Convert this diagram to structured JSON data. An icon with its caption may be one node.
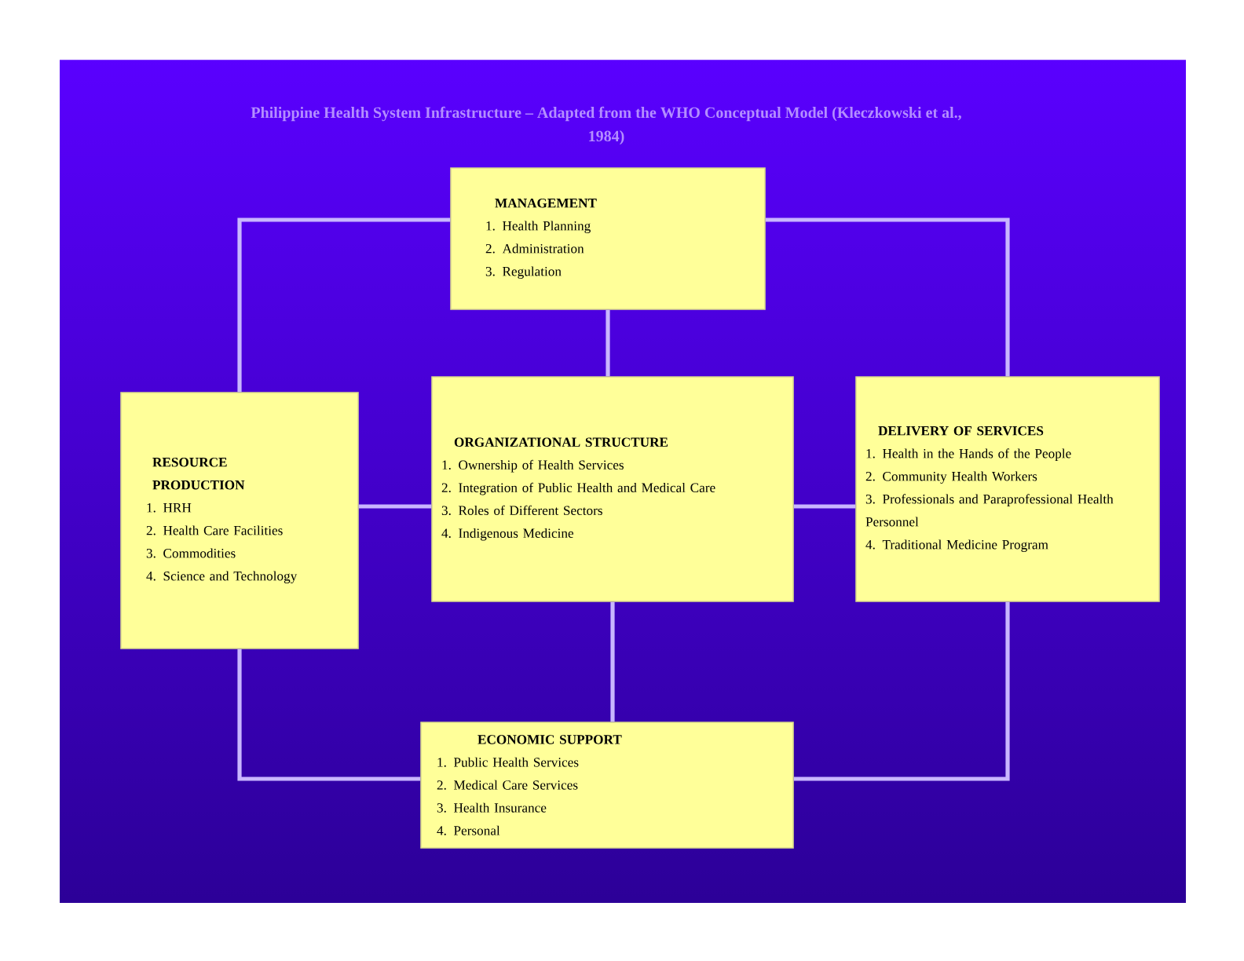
{
  "diagram": {
    "title": "Philippine Health System Infrastructure – Adapted from the WHO Conceptual Model (Kleczkowski et al., 1984)",
    "nodes": [
      {
        "text": [
          "MANAGEMENT",
          "1. Health Planning",
          "2. Administration",
          "3. Regulation"
        ]
      },
      {
        "text": [
          "RESOURCE PRODUCTION",
          "1. HRH",
          "2. Health Care Facilities",
          "3. Commodities",
          "4. Science and Technology"
        ]
      },
      {
        "text": [
          "ORGANIZATIONAL STRUCTURE",
          "1. Ownership of Health Services",
          "2. Integration of Public Health and Medical Care",
          "3. Roles of Different Sectors",
          "4. Indigenous Medicine"
        ]
      },
      {
        "text": [
          "DELIVERY OF SERVICES",
          "1. Health in the Hands of the People",
          "2. Community Health Workers",
          "3. Professionals and Paraprofessional Health Personnel",
          "4. Traditional Medicine Program"
        ]
      },
      {
        "text": [
          "ECONOMIC SUPPORT",
          "1. Public Health Services",
          "2. Medical Care Services",
          "3. Health Insurance",
          "4. Personal"
        ]
      }
    ],
    "edges": [
      {
        "from": 0,
        "to": 1,
        "arrow": "none"
      },
      {
        "from": 0,
        "to": 2,
        "arrow": "none"
      },
      {
        "from": 0,
        "to": 3,
        "arrow": "none"
      },
      {
        "from": 1,
        "to": 2,
        "arrow": "none"
      },
      {
        "from": 2,
        "to": 3,
        "arrow": "none"
      },
      {
        "from": 2,
        "to": 4,
        "arrow": "none"
      },
      {
        "from": 1,
        "to": 4,
        "arrow": "none"
      },
      {
        "from": 3,
        "to": 4,
        "arrow": "none"
      }
    ]
  }
}
